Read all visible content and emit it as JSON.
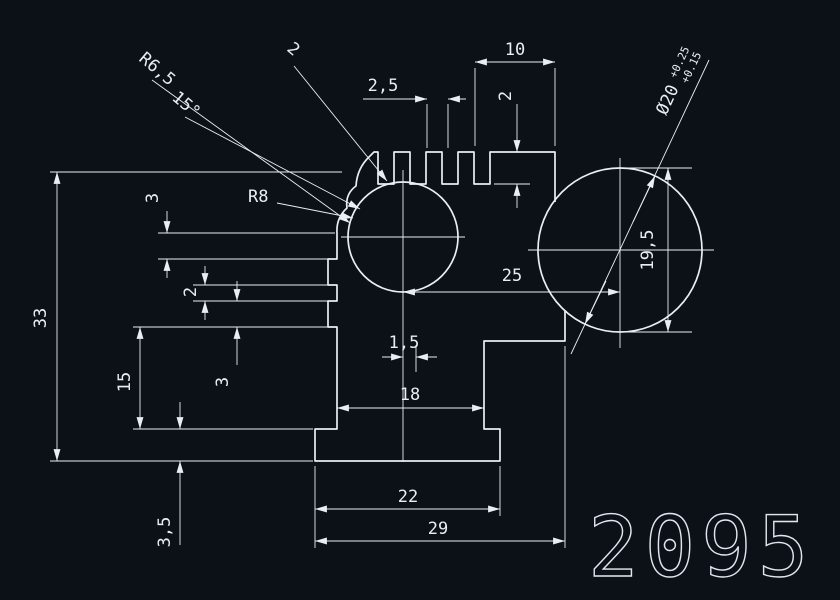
{
  "drawing": {
    "number": "2095",
    "background_color": "#0c1117",
    "line_color": "#e9eef4",
    "dimensions": {
      "radius_r65": "R6,5",
      "angle_15deg": "15°",
      "tooth_width_2": "2",
      "pitch_2_5": "2,5",
      "top_width_10": "10",
      "tooth_depth_2": "2",
      "bore_dia_20": "Ø20",
      "bore_tol_upper": "+0.25",
      "bore_tol_lower": "+0.15",
      "radius_r8": "R8",
      "left_step_3_upper": "3",
      "left_step_2": "2",
      "left_step_3_lower": "3",
      "overall_height_33": "33",
      "center_distance_25": "25",
      "boss_height_19_5": "19,5",
      "offset_1_5": "1,5",
      "lower_height_15": "15",
      "stem_width_18": "18",
      "base_height_3_5": "3,5",
      "base_width_22": "22",
      "overall_width_29": "29"
    }
  }
}
